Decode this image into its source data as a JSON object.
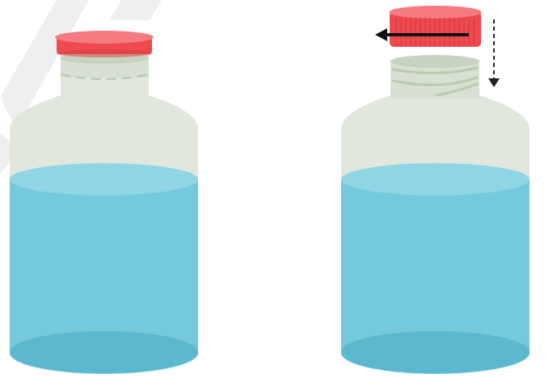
{
  "figure": {
    "panels": [
      {
        "id": "capped-bottle",
        "cap_state": "on"
      },
      {
        "id": "uncapped-bottle",
        "cap_state": "lifted",
        "motion": [
          "rotate-left-arrow",
          "lift-dashed-arrow"
        ]
      }
    ]
  },
  "colors": {
    "background": "#ffffff",
    "glass": "#e2e7de",
    "glass_neck": "#d7e0d2",
    "neck_rim": "#c7d3c0",
    "thread": "#b9c9b2",
    "liquid": "#74c9dc",
    "liquid_surface": "#8fd5e4",
    "liquid_bottom": "#5cb8cf",
    "cap": "#ef4a4f",
    "cap_top": "#f47b80",
    "cap_ridge": "#d93c42",
    "arrow_solid": "#111111",
    "arrow_dashed": "#222222",
    "watermark": "#dddddd"
  }
}
